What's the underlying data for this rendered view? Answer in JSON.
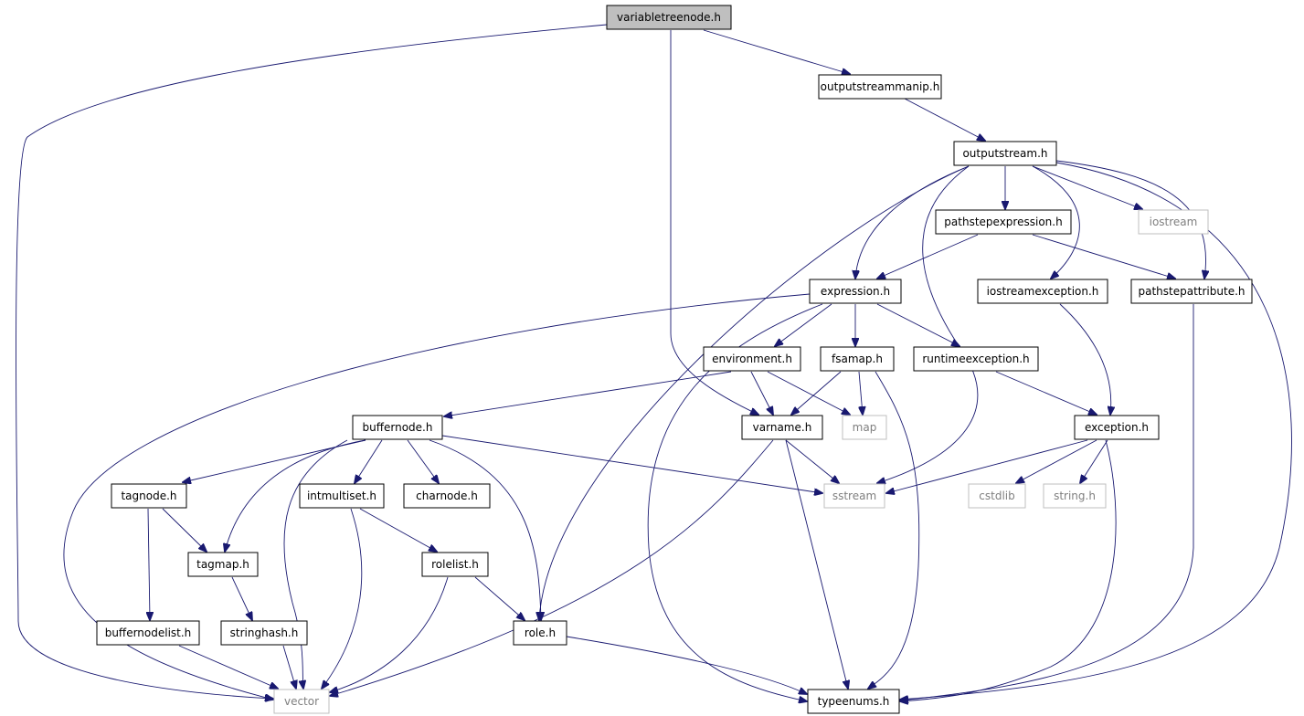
{
  "colors": {
    "edge": "#191970",
    "root_fill": "#bfbfbf",
    "system_border": "#bfbfbf",
    "system_text": "#7f7f7f"
  },
  "nodes": {
    "variabletreenode": "variabletreenode.h",
    "outputstreammanip": "outputstreammanip.h",
    "outputstream": "outputstream.h",
    "pathstepexpression": "pathstepexpression.h",
    "iostream": "iostream",
    "expression": "expression.h",
    "iostreamexception": "iostreamexception.h",
    "pathstepattribute": "pathstepattribute.h",
    "environment": "environment.h",
    "fsamap": "fsamap.h",
    "runtimeexception": "runtimeexception.h",
    "buffernode": "buffernode.h",
    "varname": "varname.h",
    "map": "map",
    "exception": "exception.h",
    "tagnode": "tagnode.h",
    "intmultiset": "intmultiset.h",
    "charnode": "charnode.h",
    "sstream": "sstream",
    "cstdlib": "cstdlib",
    "string": "string.h",
    "tagmap": "tagmap.h",
    "rolelist": "rolelist.h",
    "buffernodelist": "buffernodelist.h",
    "stringhash": "stringhash.h",
    "role": "role.h",
    "vector": "vector",
    "typeenums": "typeenums.h"
  },
  "edges": [
    [
      "variabletreenode",
      "outputstreammanip"
    ],
    [
      "variabletreenode",
      "varname"
    ],
    [
      "variabletreenode",
      "vector"
    ],
    [
      "outputstreammanip",
      "outputstream"
    ],
    [
      "outputstream",
      "pathstepexpression"
    ],
    [
      "outputstream",
      "iostream"
    ],
    [
      "outputstream",
      "expression"
    ],
    [
      "outputstream",
      "iostreamexception"
    ],
    [
      "outputstream",
      "pathstepattribute"
    ],
    [
      "outputstream",
      "role"
    ],
    [
      "outputstream",
      "sstream"
    ],
    [
      "outputstream",
      "typeenums"
    ],
    [
      "pathstepexpression",
      "expression"
    ],
    [
      "pathstepexpression",
      "pathstepattribute"
    ],
    [
      "expression",
      "environment"
    ],
    [
      "expression",
      "fsamap"
    ],
    [
      "expression",
      "runtimeexception"
    ],
    [
      "expression",
      "vector"
    ],
    [
      "expression",
      "typeenums"
    ],
    [
      "iostreamexception",
      "exception"
    ],
    [
      "pathstepattribute",
      "typeenums"
    ],
    [
      "environment",
      "buffernode"
    ],
    [
      "environment",
      "varname"
    ],
    [
      "environment",
      "map"
    ],
    [
      "fsamap",
      "varname"
    ],
    [
      "fsamap",
      "map"
    ],
    [
      "fsamap",
      "typeenums"
    ],
    [
      "runtimeexception",
      "exception"
    ],
    [
      "buffernode",
      "tagnode"
    ],
    [
      "buffernode",
      "intmultiset"
    ],
    [
      "buffernode",
      "charnode"
    ],
    [
      "buffernode",
      "sstream"
    ],
    [
      "buffernode",
      "tagmap"
    ],
    [
      "buffernode",
      "role"
    ],
    [
      "buffernode",
      "vector"
    ],
    [
      "varname",
      "sstream"
    ],
    [
      "varname",
      "vector"
    ],
    [
      "varname",
      "typeenums"
    ],
    [
      "exception",
      "sstream"
    ],
    [
      "exception",
      "cstdlib"
    ],
    [
      "exception",
      "string"
    ],
    [
      "exception",
      "typeenums"
    ],
    [
      "tagnode",
      "tagmap"
    ],
    [
      "tagnode",
      "buffernodelist"
    ],
    [
      "intmultiset",
      "rolelist"
    ],
    [
      "intmultiset",
      "vector"
    ],
    [
      "tagmap",
      "stringhash"
    ],
    [
      "rolelist",
      "role"
    ],
    [
      "rolelist",
      "vector"
    ],
    [
      "buffernodelist",
      "vector"
    ],
    [
      "stringhash",
      "vector"
    ],
    [
      "role",
      "typeenums"
    ]
  ]
}
